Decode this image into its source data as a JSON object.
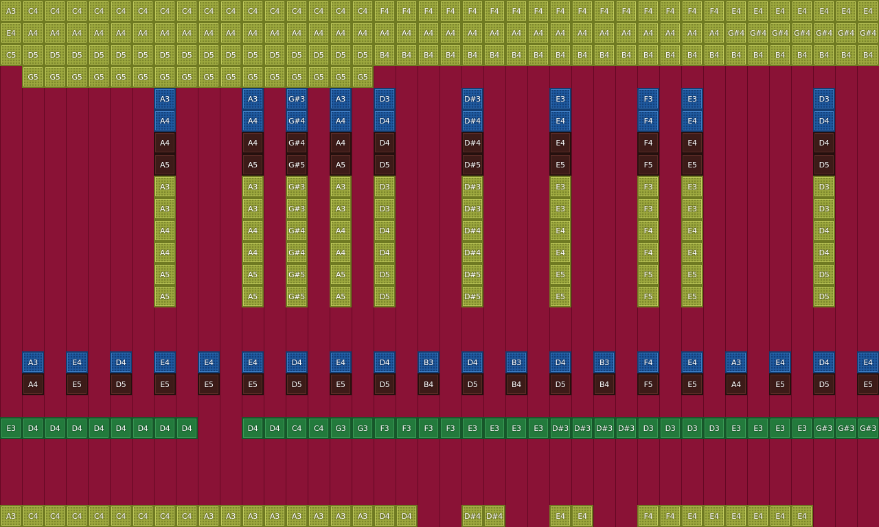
{
  "rows": [
    {
      "style": "olive",
      "notes": [
        "A3",
        "C4",
        "C4",
        "C4",
        "C4",
        "C4",
        "C4",
        "C4",
        "C4",
        "C4",
        "C4",
        "C4",
        "C4",
        "C4",
        "C4",
        "C4",
        "C4",
        "F4",
        "F4",
        "F4",
        "F4",
        "F4",
        "F4",
        "F4",
        "F4",
        "F4",
        "F4",
        "F4",
        "F4",
        "F4",
        "F4",
        "F4",
        "F4",
        "E4",
        "E4",
        "E4",
        "E4",
        "E4",
        "E4",
        "E4"
      ]
    },
    {
      "style": "olive",
      "notes": [
        "E4",
        "A4",
        "A4",
        "A4",
        "A4",
        "A4",
        "A4",
        "A4",
        "A4",
        "A4",
        "A4",
        "A4",
        "A4",
        "A4",
        "A4",
        "A4",
        "A4",
        "A4",
        "A4",
        "A4",
        "A4",
        "A4",
        "A4",
        "A4",
        "A4",
        "A4",
        "A4",
        "A4",
        "A4",
        "A4",
        "A4",
        "A4",
        "A4",
        "G#4",
        "G#4",
        "G#4",
        "G#4",
        "G#4",
        "G#4",
        "G#4"
      ]
    },
    {
      "style": "olive",
      "notes": [
        "C5",
        "D5",
        "D5",
        "D5",
        "D5",
        "D5",
        "D5",
        "D5",
        "D5",
        "D5",
        "D5",
        "D5",
        "D5",
        "D5",
        "D5",
        "D5",
        "D5",
        "B4",
        "B4",
        "B4",
        "B4",
        "B4",
        "B4",
        "B4",
        "B4",
        "B4",
        "B4",
        "B4",
        "B4",
        "B4",
        "B4",
        "B4",
        "B4",
        "B4",
        "B4",
        "B4",
        "B4",
        "B4",
        "B4",
        "B4"
      ]
    },
    {
      "style": "olive",
      "notes": [
        null,
        "G5",
        "G5",
        "G5",
        "G5",
        "G5",
        "G5",
        "G5",
        "G5",
        "G5",
        "G5",
        "G5",
        "G5",
        "G5",
        "G5",
        "G5",
        "G5"
      ]
    },
    {
      "style": "blue",
      "notes": [
        null,
        null,
        null,
        null,
        null,
        null,
        null,
        "A3",
        null,
        null,
        null,
        "A3",
        null,
        "G#3",
        null,
        "A3",
        null,
        "D3",
        null,
        null,
        null,
        "D#3",
        null,
        null,
        null,
        "E3",
        null,
        null,
        null,
        "F3",
        null,
        "E3",
        null,
        null,
        null,
        null,
        null,
        "D3"
      ]
    },
    {
      "style": "blue",
      "notes": [
        null,
        null,
        null,
        null,
        null,
        null,
        null,
        "A4",
        null,
        null,
        null,
        "A4",
        null,
        "G#4",
        null,
        "A4",
        null,
        "D4",
        null,
        null,
        null,
        "D#4",
        null,
        null,
        null,
        "E4",
        null,
        null,
        null,
        "F4",
        null,
        "E4",
        null,
        null,
        null,
        null,
        null,
        "D4"
      ]
    },
    {
      "style": "brown",
      "notes": [
        null,
        null,
        null,
        null,
        null,
        null,
        null,
        "A4",
        null,
        null,
        null,
        "A4",
        null,
        "G#4",
        null,
        "A4",
        null,
        "D4",
        null,
        null,
        null,
        "D#4",
        null,
        null,
        null,
        "E4",
        null,
        null,
        null,
        "F4",
        null,
        "E4",
        null,
        null,
        null,
        null,
        null,
        "D4"
      ]
    },
    {
      "style": "brown",
      "notes": [
        null,
        null,
        null,
        null,
        null,
        null,
        null,
        "A5",
        null,
        null,
        null,
        "A5",
        null,
        "G#5",
        null,
        "A5",
        null,
        "D5",
        null,
        null,
        null,
        "D#5",
        null,
        null,
        null,
        "E5",
        null,
        null,
        null,
        "F5",
        null,
        "E5",
        null,
        null,
        null,
        null,
        null,
        "D5"
      ]
    },
    {
      "style": "olive",
      "notes": [
        null,
        null,
        null,
        null,
        null,
        null,
        null,
        "A3",
        null,
        null,
        null,
        "A3",
        null,
        "G#3",
        null,
        "A3",
        null,
        "D3",
        null,
        null,
        null,
        "D#3",
        null,
        null,
        null,
        "E3",
        null,
        null,
        null,
        "F3",
        null,
        "E3",
        null,
        null,
        null,
        null,
        null,
        "D3"
      ]
    },
    {
      "style": "olive",
      "notes": [
        null,
        null,
        null,
        null,
        null,
        null,
        null,
        "A3",
        null,
        null,
        null,
        "A3",
        null,
        "G#3",
        null,
        "A3",
        null,
        "D3",
        null,
        null,
        null,
        "D#3",
        null,
        null,
        null,
        "E3",
        null,
        null,
        null,
        "F3",
        null,
        "E3",
        null,
        null,
        null,
        null,
        null,
        "D3"
      ]
    },
    {
      "style": "olive",
      "notes": [
        null,
        null,
        null,
        null,
        null,
        null,
        null,
        "A4",
        null,
        null,
        null,
        "A4",
        null,
        "G#4",
        null,
        "A4",
        null,
        "D4",
        null,
        null,
        null,
        "D#4",
        null,
        null,
        null,
        "E4",
        null,
        null,
        null,
        "F4",
        null,
        "E4",
        null,
        null,
        null,
        null,
        null,
        "D4"
      ]
    },
    {
      "style": "olive",
      "notes": [
        null,
        null,
        null,
        null,
        null,
        null,
        null,
        "A4",
        null,
        null,
        null,
        "A4",
        null,
        "G#4",
        null,
        "A4",
        null,
        "D4",
        null,
        null,
        null,
        "D#4",
        null,
        null,
        null,
        "E4",
        null,
        null,
        null,
        "F4",
        null,
        "E4",
        null,
        null,
        null,
        null,
        null,
        "D4"
      ]
    },
    {
      "style": "olive",
      "notes": [
        null,
        null,
        null,
        null,
        null,
        null,
        null,
        "A5",
        null,
        null,
        null,
        "A5",
        null,
        "G#5",
        null,
        "A5",
        null,
        "D5",
        null,
        null,
        null,
        "D#5",
        null,
        null,
        null,
        "E5",
        null,
        null,
        null,
        "F5",
        null,
        "E5",
        null,
        null,
        null,
        null,
        null,
        "D5"
      ]
    },
    {
      "style": "olive",
      "notes": [
        null,
        null,
        null,
        null,
        null,
        null,
        null,
        "A5",
        null,
        null,
        null,
        "A5",
        null,
        "G#5",
        null,
        "A5",
        null,
        "D5",
        null,
        null,
        null,
        "D#5",
        null,
        null,
        null,
        "E5",
        null,
        null,
        null,
        "F5",
        null,
        "E5",
        null,
        null,
        null,
        null,
        null,
        "D5"
      ]
    },
    {
      "style": "olive",
      "notes": []
    },
    {
      "style": "olive",
      "notes": []
    },
    {
      "style": "blue",
      "notes": [
        null,
        "A3",
        null,
        "E4",
        null,
        "D4",
        null,
        "E4",
        null,
        "E4",
        null,
        "E4",
        null,
        "D4",
        null,
        "E4",
        null,
        "D4",
        null,
        "B3",
        null,
        "D4",
        null,
        "B3",
        null,
        "D4",
        null,
        "B3",
        null,
        "F4",
        null,
        "E4",
        null,
        "A3",
        null,
        "E4",
        null,
        "D4",
        null,
        "E4"
      ]
    },
    {
      "style": "brown",
      "notes": [
        null,
        "A4",
        null,
        "E5",
        null,
        "D5",
        null,
        "E5",
        null,
        "E5",
        null,
        "E5",
        null,
        "D5",
        null,
        "E5",
        null,
        "D5",
        null,
        "B4",
        null,
        "D5",
        null,
        "B4",
        null,
        "D5",
        null,
        "B4",
        null,
        "F5",
        null,
        "E5",
        null,
        "A4",
        null,
        "E5",
        null,
        "D5",
        null,
        "E5"
      ]
    },
    {
      "style": "green",
      "notes": []
    },
    {
      "style": "green",
      "notes": [
        "E3",
        "D4",
        "D4",
        "D4",
        "D4",
        "D4",
        "D4",
        "D4",
        "D4",
        null,
        null,
        "D4",
        "D4",
        "C4",
        "C4",
        "G3",
        "G3",
        "F3",
        "F3",
        "F3",
        "F3",
        "E3",
        "E3",
        "E3",
        "E3",
        "D#3",
        "D#3",
        "D#3",
        "D#3",
        "D3",
        "D3",
        "D3",
        "D3",
        "E3",
        "E3",
        "E3",
        "E3",
        "G#3",
        "G#3",
        "G#3"
      ]
    },
    {
      "style": "green",
      "notes": []
    },
    {
      "style": "green",
      "notes": []
    },
    {
      "style": "green",
      "notes": []
    },
    {
      "style": "olive",
      "notes": [
        "A3",
        "C4",
        "C4",
        "C4",
        "C4",
        "C4",
        "C4",
        "C4",
        "C4",
        "A3",
        "A3",
        "A3",
        "A3",
        "A3",
        "A3",
        "A3",
        "A3",
        "D4",
        "D4",
        null,
        null,
        "D#4",
        "D#4",
        null,
        null,
        "E4",
        "E4",
        null,
        null,
        "F4",
        "F4",
        "E4",
        "E4",
        "E4",
        "E4",
        "E4",
        "E4"
      ]
    }
  ]
}
